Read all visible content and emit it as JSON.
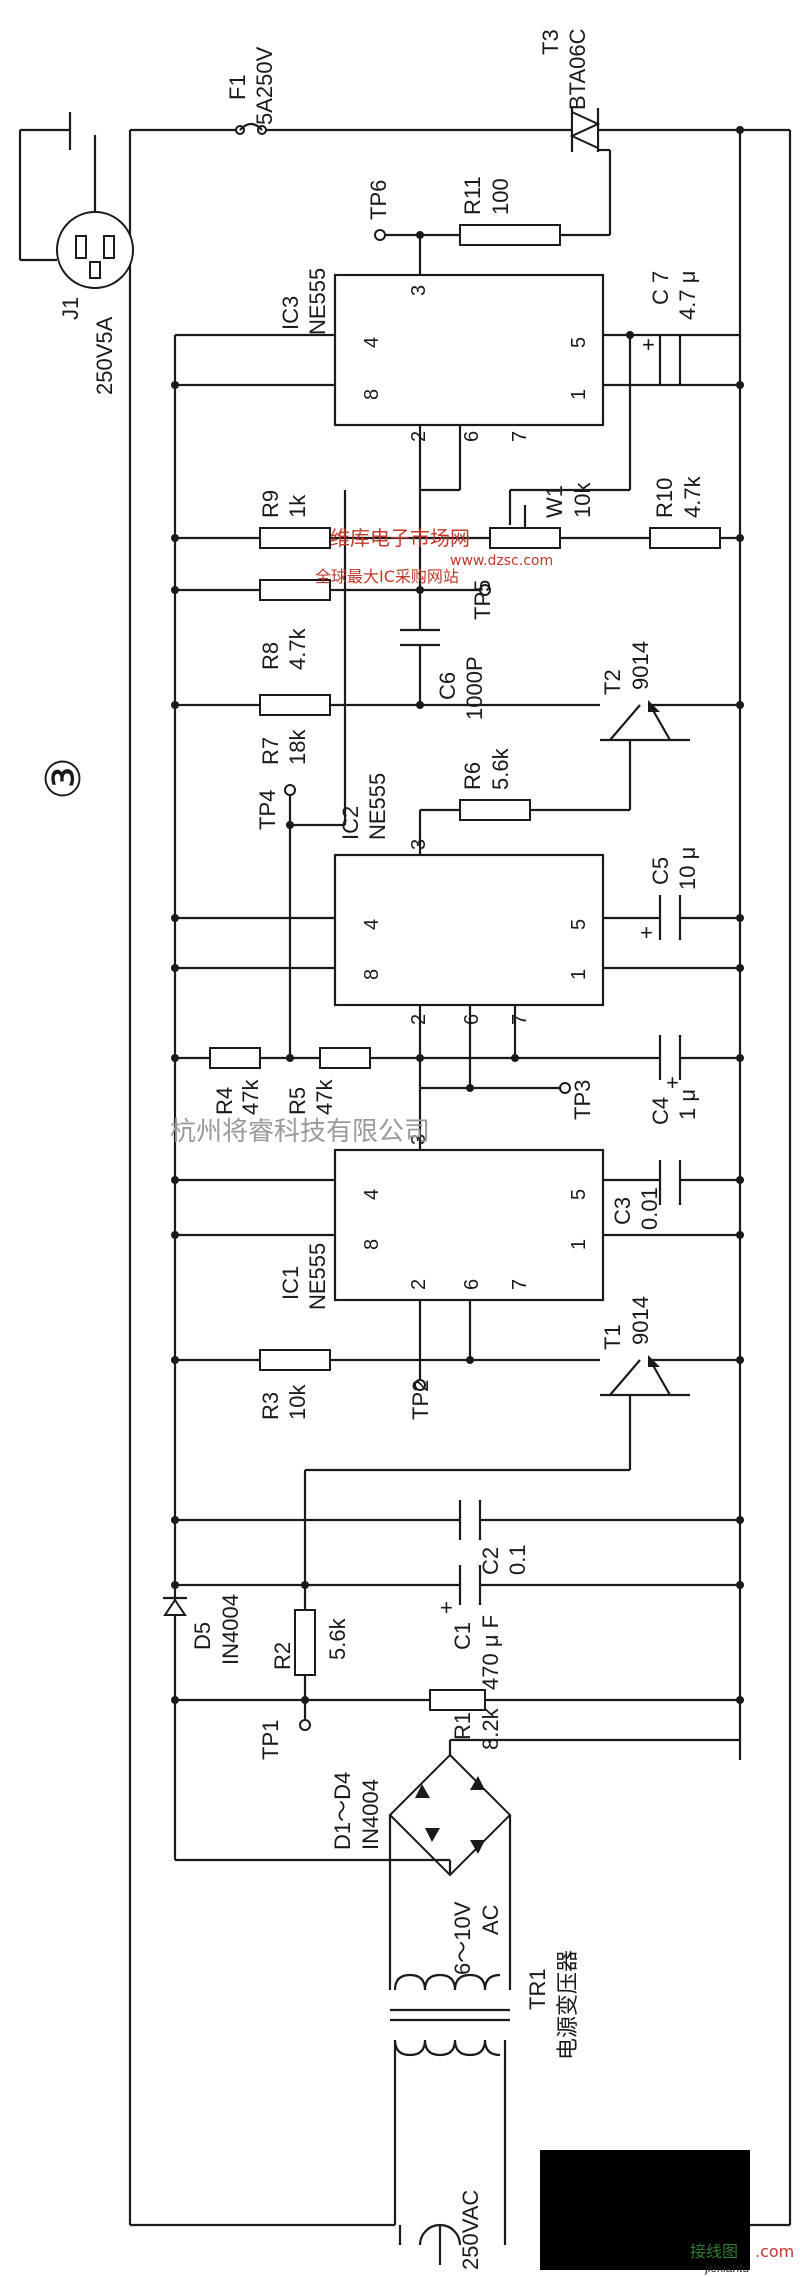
{
  "figure_number": "③",
  "watermarks": {
    "company": "杭州将睿科技有限公司",
    "site_logo": "维库电子市场网",
    "site_url": "www.dzsc.com",
    "site_slogan": "全球最大IC采购网站",
    "corner_logo": "接线图",
    "corner_url": ".com",
    "corner_domain": "jiexiantu"
  },
  "components": {
    "J1": {
      "ref": "J1",
      "value": "250V5A"
    },
    "F1": {
      "ref": "F1",
      "value": "5A250V"
    },
    "T3": {
      "ref": "T3",
      "value": "BTA06C"
    },
    "R11": {
      "ref": "R11",
      "value": "100"
    },
    "TP6": {
      "ref": "TP6"
    },
    "IC3": {
      "ref": "IC3",
      "value": "NE555"
    },
    "C7": {
      "ref": "C 7",
      "value": "4.7 μ"
    },
    "R9": {
      "ref": "R9",
      "value": "1k"
    },
    "W1": {
      "ref": "W1",
      "value": "10k"
    },
    "R10": {
      "ref": "R10",
      "value": "4.7k"
    },
    "R8": {
      "ref": "R8",
      "value": "4.7k"
    },
    "TP5": {
      "ref": "TP5"
    },
    "C6": {
      "ref": "C6",
      "value": "1000P"
    },
    "R7": {
      "ref": "R7",
      "value": "18k"
    },
    "T2": {
      "ref": "T2",
      "value": "9014"
    },
    "R6": {
      "ref": "R6",
      "value": "5.6k"
    },
    "TP4": {
      "ref": "TP4"
    },
    "IC2": {
      "ref": "IC2",
      "value": "NE555"
    },
    "C5": {
      "ref": "C5",
      "value": "10 μ"
    },
    "R4": {
      "ref": "R4",
      "value": "47k"
    },
    "R5": {
      "ref": "R5",
      "value": "47k"
    },
    "TP3": {
      "ref": "TP3"
    },
    "C4": {
      "ref": "C4",
      "value": "1 μ"
    },
    "IC1": {
      "ref": "IC1",
      "value": "NE555"
    },
    "C3": {
      "ref": "C3",
      "value": "0.01"
    },
    "R3": {
      "ref": "R3",
      "value": "10k"
    },
    "TP2": {
      "ref": "TP2"
    },
    "T1": {
      "ref": "T1",
      "value": "9014"
    },
    "C2": {
      "ref": "C2",
      "value": "0.1"
    },
    "C1": {
      "ref": "C1",
      "value": "470 μ F"
    },
    "R2": {
      "ref": "R2",
      "value": "5.6k"
    },
    "D5": {
      "ref": "D5",
      "value": "IN4004"
    },
    "TP1": {
      "ref": "TP1"
    },
    "R1": {
      "ref": "R1",
      "value": "8.2k"
    },
    "D1D4": {
      "ref": "D1～D4",
      "value": "IN4004"
    },
    "AC": {
      "voltage": "6～10V",
      "type": "AC"
    },
    "TR1": {
      "ref": "TR1",
      "desc": "电源变压器"
    },
    "MAINS": {
      "value": "250VAC"
    }
  },
  "pins": {
    "p1": "1",
    "p2": "2",
    "p3": "3",
    "p4": "4",
    "p5": "5",
    "p6": "6",
    "p7": "7",
    "p8": "8"
  },
  "polarity": {
    "plus": "+"
  }
}
